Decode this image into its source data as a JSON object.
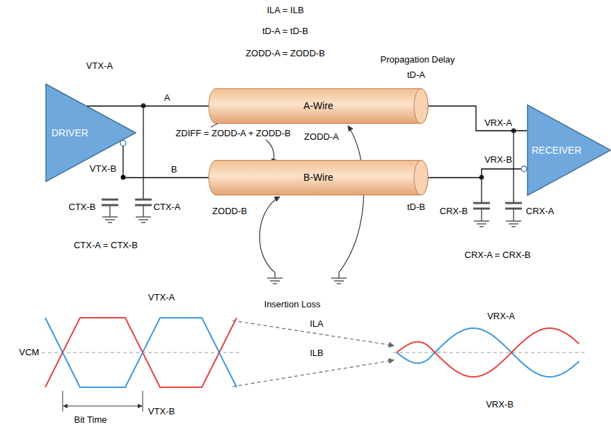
{
  "diagram": {
    "nodes": [
      {
        "text": [
          "DRIVER"
        ]
      },
      {
        "text": [
          "A-Wire"
        ]
      },
      {
        "text": [
          "B-Wire"
        ]
      },
      {
        "text": [
          "RECEIVER"
        ]
      }
    ],
    "edges": [
      {
        "from": 0,
        "to": 1,
        "arrow": "none"
      },
      {
        "from": 0,
        "to": 2,
        "arrow": "none"
      },
      {
        "from": 1,
        "to": 3,
        "arrow": "none"
      },
      {
        "from": 2,
        "to": 3,
        "arrow": "none"
      }
    ],
    "labels": [
      "ILA = ILB",
      "tD-A = tD-B",
      "ZODD-A = ZODD-B",
      "Propagation Delay",
      "tD-A",
      "VTX-A",
      "A",
      "VTX-B",
      "ZDIFF = ZODD-A + ZODD-B",
      "ZODD-A",
      "B",
      "ZODD-B",
      "tD-B",
      "CTX-B",
      "CTX-A",
      "CTX-A = CTX-B",
      "VRX-A",
      "VRX-B",
      "CRX-B",
      "CRX-A",
      "CRX-A = CRX-B",
      "VCM",
      "VTX-A",
      "VTX-B",
      "Bit Time",
      "Insertion Loss",
      "ILA",
      "ILB",
      "VRX-A",
      "VRX-B"
    ]
  }
}
